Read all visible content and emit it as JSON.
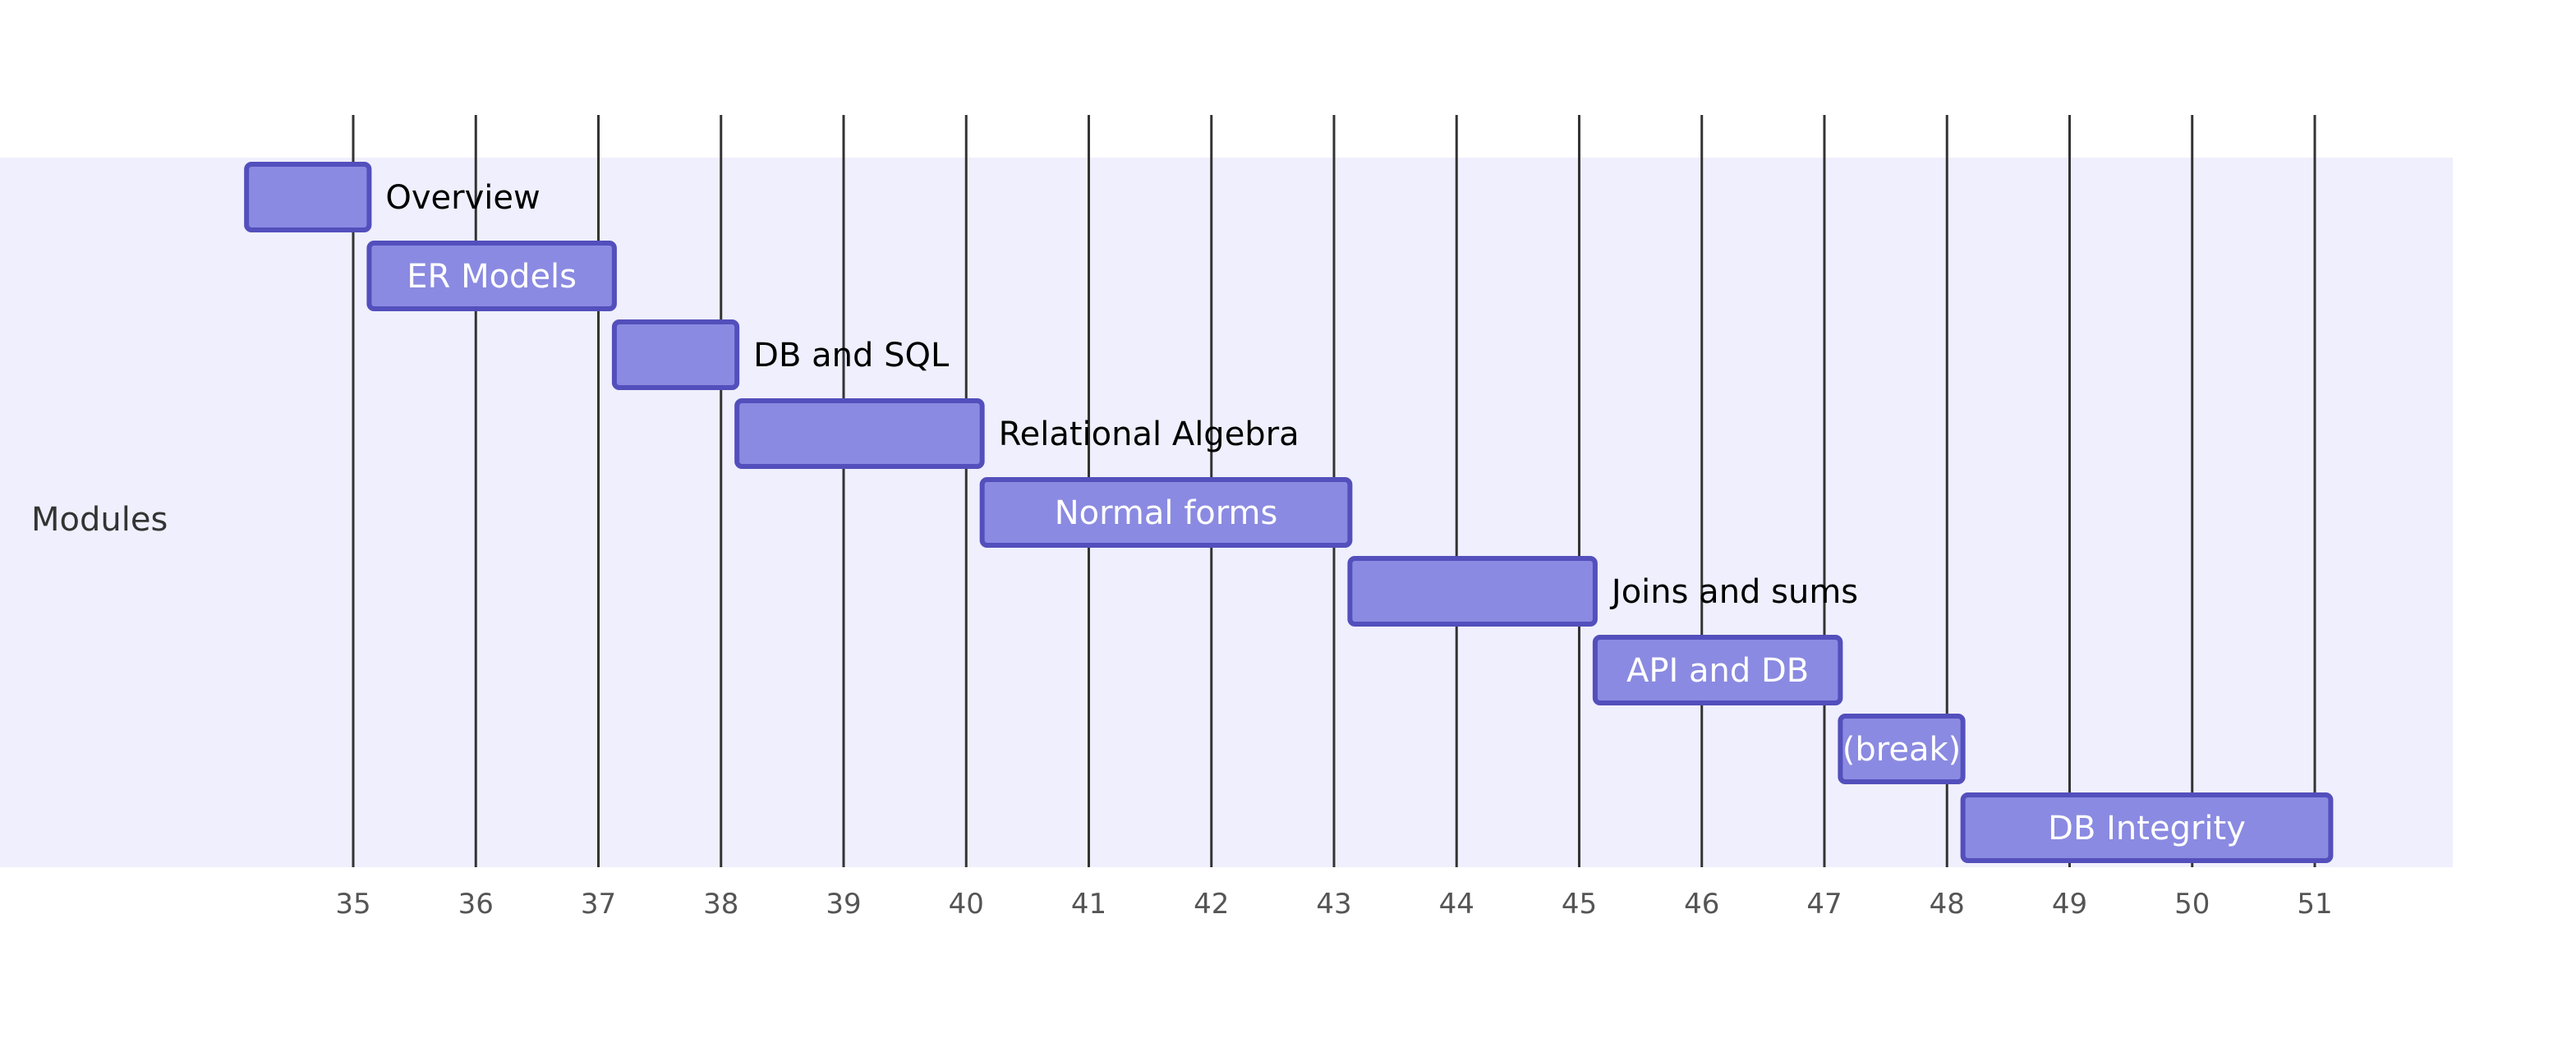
{
  "chart_data": {
    "type": "gantt",
    "title": "",
    "xlabel": "",
    "ylabel": "",
    "x_unit": "week",
    "xlim": [
      34.13,
      52.1
    ],
    "grid": true,
    "section": "Modules",
    "ticks": [
      35,
      36,
      37,
      38,
      39,
      40,
      41,
      42,
      43,
      44,
      45,
      46,
      47,
      48,
      49,
      50,
      51
    ],
    "tasks": [
      {
        "label": "Overview",
        "start": 34.13,
        "end": 35.13,
        "label_position": "outside"
      },
      {
        "label": "ER Models",
        "start": 35.13,
        "end": 37.13,
        "label_position": "inside"
      },
      {
        "label": "DB and SQL",
        "start": 37.13,
        "end": 38.13,
        "label_position": "outside"
      },
      {
        "label": "Relational Algebra",
        "start": 38.13,
        "end": 40.13,
        "label_position": "outside"
      },
      {
        "label": "Normal forms",
        "start": 40.13,
        "end": 43.13,
        "label_position": "inside"
      },
      {
        "label": "Joins and sums",
        "start": 43.13,
        "end": 45.13,
        "label_position": "outside"
      },
      {
        "label": "API and DB",
        "start": 45.13,
        "end": 47.13,
        "label_position": "inside"
      },
      {
        "label": "(break)",
        "start": 47.13,
        "end": 48.13,
        "label_position": "inside"
      },
      {
        "label": "DB Integrity",
        "start": 48.13,
        "end": 51.13,
        "label_position": "inside"
      }
    ],
    "colors": {
      "section_background": "#efeffd",
      "bar_fill": "#8a8ae2",
      "bar_stroke": "#534fbc",
      "grid": "#333333",
      "tick_text": "#555555"
    }
  }
}
